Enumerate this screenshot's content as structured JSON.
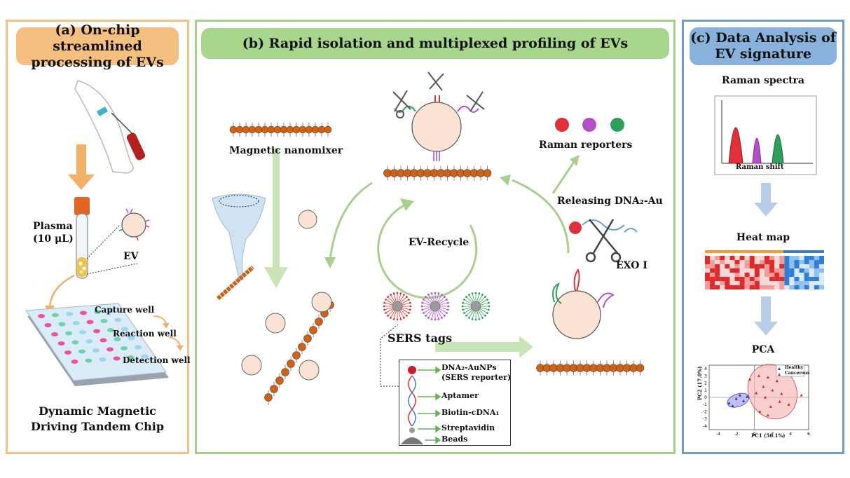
{
  "panel_a": {
    "header": "(a) On-chip streamlined processing of EVs",
    "plasma_label": "Plasma",
    "plasma_volume": "(10 μL)",
    "ev_label": "EV",
    "capture_well": "Capture well",
    "reaction_well": "Reaction well",
    "detection_well": "Detection well",
    "chip_title_line1": "Dynamic Magnetic",
    "chip_title_line2": "Driving Tandem Chip"
  },
  "panel_b": {
    "header": "(b) Rapid isolation and multiplexed profiling of EVs",
    "magnetic_nanomixer": "Magnetic nanomixer",
    "raman_reporters": "Raman reporters",
    "releasing": "Releasing DNA₂-Au",
    "exo": "EXO I",
    "ev_recycle": "EV-Recycle",
    "sers_tags": "SERS tags",
    "legend": {
      "dna_aunps": "DNA₂-AuNPs",
      "sers_reporter": "(SERS reporter)",
      "aptamer": "Aptamer",
      "biotin": "Biotin-cDNA₁",
      "streptavidin": "Streptavidin",
      "beads": "Beads"
    }
  },
  "panel_c": {
    "header": "(c) Data Analysis of EV signature",
    "raman_spectra": "Raman spectra",
    "raman_shift": "Raman shift",
    "heat_map": "Heat map",
    "pca": "PCA",
    "pca_xlabel": "PC1 (56.1%)",
    "pca_ylabel": "PC2 (17.0%)",
    "pca_legend": [
      "Healthy",
      "Cancerous"
    ],
    "pca_xticks": [
      "-4",
      "-2",
      "0",
      "2",
      "4",
      "6"
    ],
    "pca_yticks": [
      "4",
      "3",
      "2",
      "1",
      "0",
      "-1",
      "-2",
      "-3",
      "-4"
    ]
  },
  "colors": {
    "orange_frame": "#f2c089",
    "green_frame": "#a7d08c",
    "blue_frame": "#6f9dcc",
    "bead": "#c8641c",
    "raman_red": "#e0303a",
    "raman_purple": "#b44fc6",
    "raman_green": "#2ea05a"
  }
}
